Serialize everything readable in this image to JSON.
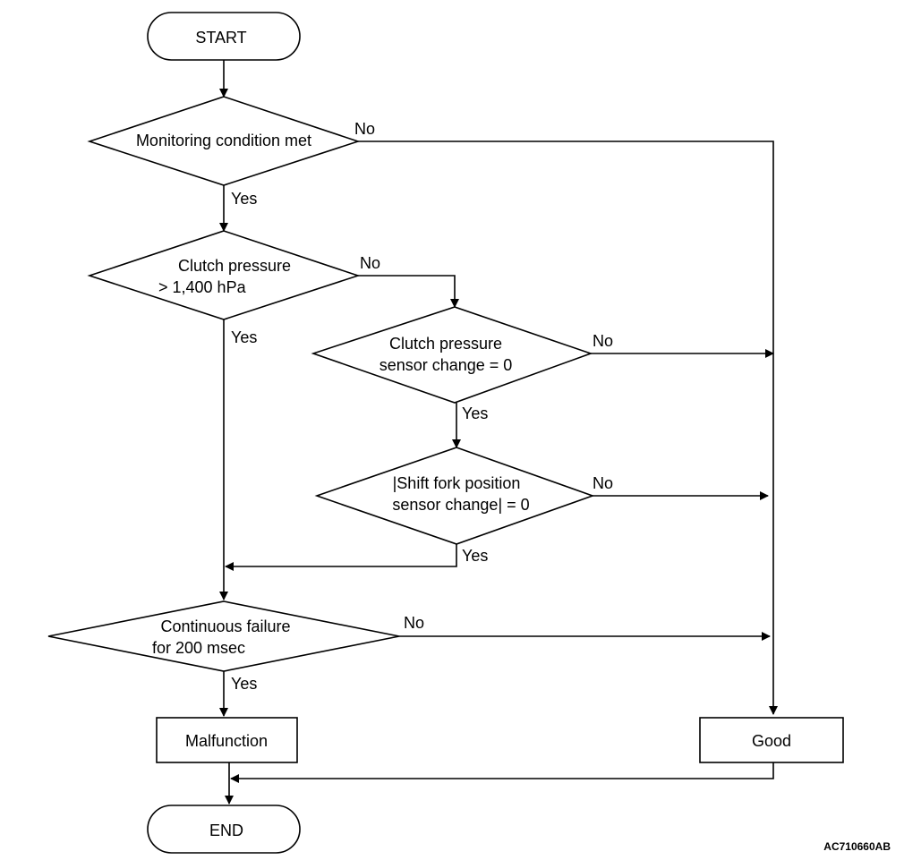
{
  "nodes": {
    "start": "START",
    "monitoring": "Monitoring condition met",
    "clutch_pressure": [
      "Clutch pressure",
      "> 1,400 hPa"
    ],
    "sensor_change": [
      "Clutch pressure",
      "sensor change = 0"
    ],
    "shift_fork": [
      "|Shift fork position",
      "sensor change| = 0"
    ],
    "continuous": [
      "Continuous failure",
      "for 200 msec"
    ],
    "malfunction": "Malfunction",
    "good": "Good",
    "end": "END"
  },
  "labels": {
    "monitoring_no": "No",
    "monitoring_yes": "Yes",
    "clutch_no": "No",
    "clutch_yes": "Yes",
    "sensor_no": "No",
    "sensor_yes": "Yes",
    "shift_no": "No",
    "shift_yes": "Yes",
    "continuous_no": "No",
    "continuous_yes": "Yes"
  },
  "figure_code": "AC710660AB"
}
